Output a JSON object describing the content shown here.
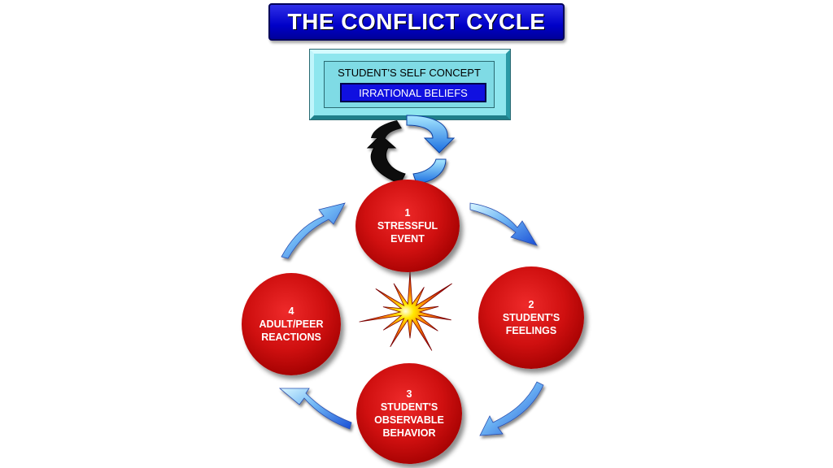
{
  "title": "THE CONFLICT CYCLE",
  "self_concept": {
    "label": "STUDENT'S SELF CONCEPT",
    "beliefs": "IRRATIONAL BELIEFS"
  },
  "nodes": [
    {
      "number": "1",
      "line1": "STRESSFUL",
      "line2": "EVENT",
      "line3": ""
    },
    {
      "number": "2",
      "line1": "STUDENT'S",
      "line2": "FEELINGS",
      "line3": ""
    },
    {
      "number": "3",
      "line1": "STUDENT'S",
      "line2": "OBSERVABLE",
      "line3": "BEHAVIOR"
    },
    {
      "number": "4",
      "line1": "ADULT/PEER",
      "line2": "REACTIONS",
      "line3": ""
    }
  ],
  "colors": {
    "title_bg": "#0000c8",
    "self_box": "#8ee6ee",
    "beliefs_bg": "#1010e0",
    "node_red": "#d01010",
    "arrow_blue": "#3a7be8",
    "starburst_red": "#c81010",
    "starburst_yellow": "#ffe000"
  },
  "icons": [
    "cycle-arrows-icon",
    "curved-arrow-icon",
    "starburst-icon"
  ]
}
